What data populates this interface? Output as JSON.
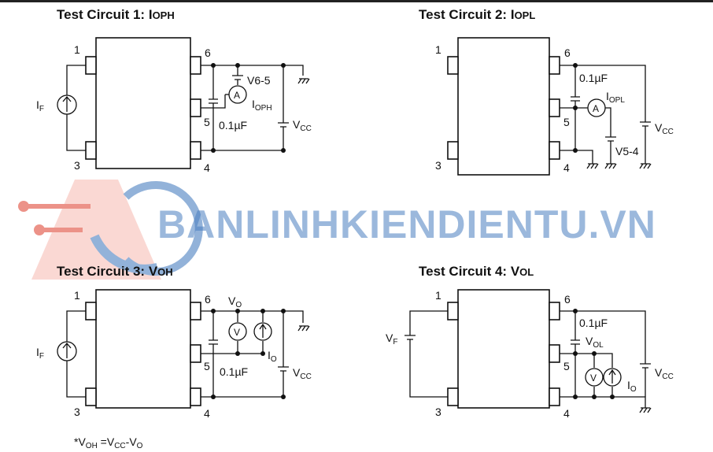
{
  "circuits": [
    {
      "title": "Test Circuit 1: ",
      "title_sym": "I",
      "title_sub": "OPH",
      "labels": {
        "source_main": "I",
        "source_sub": "F",
        "meter_sym": "A",
        "meas_main": "I",
        "meas_sub": "OPH",
        "supply_main": "V",
        "supply_sub": "CC",
        "cap": "0.1µF",
        "bias": "V6-5"
      },
      "pins": [
        "1",
        "3",
        "6",
        "5",
        "4"
      ]
    },
    {
      "title": "Test Circuit 2: ",
      "title_sym": "I",
      "title_sub": "OPL",
      "labels": {
        "meter_sym": "A",
        "meas_main": "I",
        "meas_sub": "OPL",
        "supply_main": "V",
        "supply_sub": "CC",
        "cap": "0.1µF",
        "bias": "V5-4"
      },
      "pins": [
        "1",
        "3",
        "6",
        "5",
        "4"
      ]
    },
    {
      "title": "Test Circuit 3: ",
      "title_sym": "V",
      "title_sub": "OH",
      "labels": {
        "source_main": "I",
        "source_sub": "F",
        "meter_sym": "V",
        "out_main": "V",
        "out_sub": "O",
        "io_main": "I",
        "io_sub": "O",
        "supply_main": "V",
        "supply_sub": "CC",
        "cap": "0.1µF"
      },
      "pins": [
        "1",
        "3",
        "6",
        "5",
        "4"
      ],
      "note": {
        "prefix": "*V",
        "a_sub": "OH",
        "eq": " =V",
        "b_sub": "CC",
        "minus": "-V",
        "c_sub": "O"
      }
    },
    {
      "title": "Test Circuit 4: ",
      "title_sym": "V",
      "title_sub": "OL",
      "labels": {
        "vf_main": "V",
        "vf_sub": "F",
        "meter_sym": "V",
        "meas_main": "V",
        "meas_sub": "OL",
        "io_main": "I",
        "io_sub": "O",
        "supply_main": "V",
        "supply_sub": "CC",
        "cap": "0.1µF"
      },
      "pins": [
        "1",
        "3",
        "6",
        "5",
        "4"
      ]
    }
  ],
  "watermark": {
    "text": "BANLINHKIENDIENTU.VN"
  },
  "colors": {
    "ink": "#111111",
    "watermark_blue": "#4a7fc0",
    "watermark_red": "#e04a3a"
  }
}
